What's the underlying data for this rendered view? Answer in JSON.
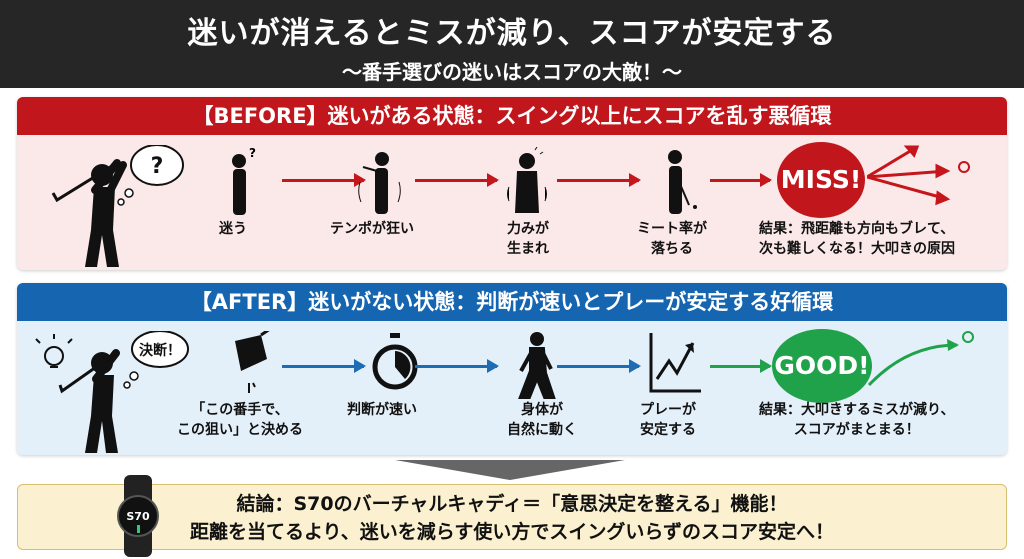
{
  "header": {
    "title": "迷いが消えるとミスが減り、スコアが安定する",
    "subtitle": "～番手選びの迷いはスコアの大敵！～"
  },
  "before": {
    "title": "【BEFORE】迷いがある状態：スイング以上にスコアを乱す悪循環",
    "bubble": "?",
    "steps": [
      "迷う",
      "テンポが狂い",
      "力みが\n生まれ",
      "ミート率が\n落ちる"
    ],
    "badge": "MISS!",
    "result": "結果：飛距離も方向もブレて、\n次も難しくなる！大叩きの原因",
    "color": "#c0161c"
  },
  "after": {
    "title": "【AFTER】迷いがない状態：判断が速いとプレーが安定する好循環",
    "bubble": "決断！",
    "steps": [
      "「この番手で、\nこの狙い」と決める",
      "判断が速い",
      "身体が\n自然に動く",
      "プレーが\n安定する"
    ],
    "badge": "GOOD!",
    "result": "結果：大叩きするミスが減り、\nスコアがまとまる！",
    "color": "#1565b0"
  },
  "conclusion": {
    "line1": "結論：S70のバーチャルキャディ＝「意思決定を整える」機能！",
    "line2": "距離を当てるより、迷いを減らす使い方でスイングいらずのスコア安定へ！",
    "watch_label": "S70"
  }
}
